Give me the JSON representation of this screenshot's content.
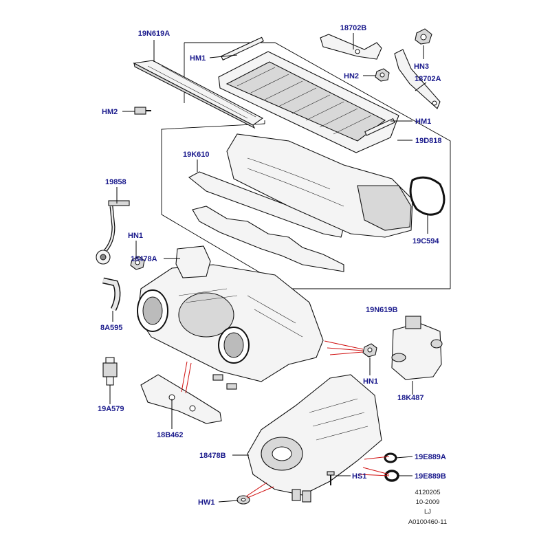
{
  "callouts": {
    "c19N619A": "19N619A",
    "c18702B": "18702B",
    "cHM1_top": "HM1",
    "cHN3": "HN3",
    "cHN2": "HN2",
    "c18702A": "18702A",
    "cHM2": "HM2",
    "cHM1_mid": "HM1",
    "c19D818": "19D818",
    "c19K610": "19K610",
    "c19858": "19858",
    "c19C594": "19C594",
    "cHN1_left": "HN1",
    "c18478A": "18478A",
    "c19N619B": "19N619B",
    "c8A595": "8A595",
    "cHN1_right": "HN1",
    "c18K487": "18K487",
    "c19A579": "19A579",
    "c18B462": "18B462",
    "c18478B": "18478B",
    "c19E889A": "19E889A",
    "cHS1": "HS1",
    "c19E889B": "19E889B",
    "cHW1": "HW1"
  },
  "meta": {
    "code": "4120205",
    "date": "10-2009",
    "initials": "LJ",
    "ref": "A0100460-11"
  },
  "colors": {
    "callout_text": "#1a1a8c",
    "leader": "#000000",
    "red_leader": "#d01010"
  }
}
